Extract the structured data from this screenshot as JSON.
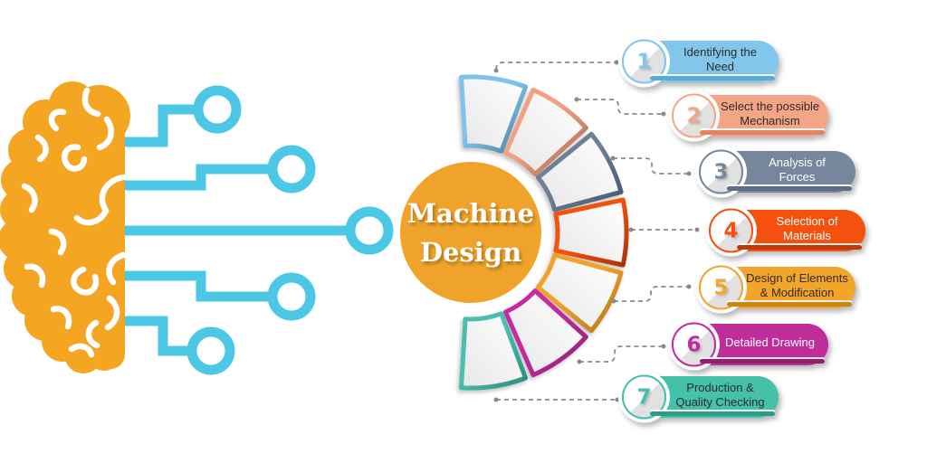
{
  "background": "#FFFFFF",
  "center": {
    "title_line1": "Machine",
    "title_line2": "Design",
    "circle_color": "#F0A32B",
    "text_color": "#FFFFFF"
  },
  "brain": {
    "fill_color": "#F4A623",
    "circuit_color": "#4CC7E5"
  },
  "connectors": {
    "color": "#8A8A8A"
  },
  "steps": [
    {
      "number": "1",
      "lines": [
        "Identifying the",
        "Need"
      ],
      "color": "#82C6EB",
      "dark_color": "#58ADD8",
      "text_color": "#2D2D2D",
      "segment_color": "#7FC3EA",
      "segment_dark": "#4A7BA0"
    },
    {
      "number": "2",
      "lines": [
        "Select the possible",
        "Mechanism"
      ],
      "color": "#F3A585",
      "dark_color": "#E08560",
      "text_color": "#2D2D2D",
      "segment_color": "#F2A284",
      "segment_dark": "#9A6450"
    },
    {
      "number": "3",
      "lines": [
        "Analysis of",
        "Forces"
      ],
      "color": "#76879D",
      "dark_color": "#5A6D85",
      "text_color": "#FFFFFF",
      "segment_color": "#6E8095",
      "segment_dark": "#42556C"
    },
    {
      "number": "4",
      "lines": [
        "Selection of",
        "Materials"
      ],
      "color": "#F4500E",
      "dark_color": "#BD3A06",
      "text_color": "#FFFFFF",
      "segment_color": "#F4530E",
      "segment_dark": "#A93208"
    },
    {
      "number": "5",
      "lines": [
        "Design of Elements",
        "& Modification"
      ],
      "color": "#F2A52A",
      "dark_color": "#CE8414",
      "text_color": "#2D2D2D",
      "segment_color": "#F0A22B",
      "segment_dark": "#B3731A"
    },
    {
      "number": "6",
      "lines": [
        "Detailed Drawing"
      ],
      "color": "#C02D9B",
      "dark_color": "#93206F",
      "text_color": "#FFFFFF",
      "segment_color": "#C62BA1",
      "segment_dark": "#8A2170"
    },
    {
      "number": "7",
      "lines": [
        "Production &",
        "Quality Checking"
      ],
      "color": "#45C0A9",
      "dark_color": "#2F9A87",
      "text_color": "#2D2D2D",
      "segment_color": "#47C1AB",
      "segment_dark": "#2E8A79"
    }
  ]
}
